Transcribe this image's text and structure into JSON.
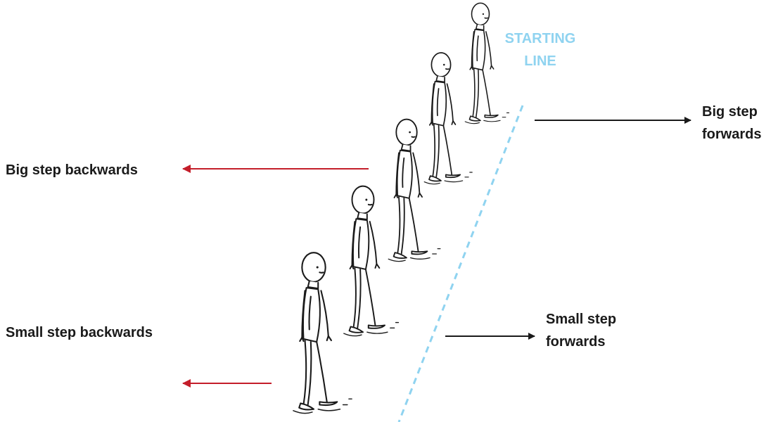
{
  "starting_line": {
    "line1": "STARTING",
    "line2": "LINE",
    "color": "#8fd3f0"
  },
  "labels": {
    "big_forward": {
      "line1": "Big step",
      "line2": "forwards"
    },
    "small_forward": {
      "line1": "Small step",
      "line2": "forwards"
    },
    "big_backward": "Big step backwards",
    "small_backward": "Small step backwards"
  },
  "colors": {
    "forward_arrow": "#1a1a1a",
    "backward_arrow": "#c41e2a",
    "figure_stroke": "#1a1a1a"
  },
  "figures": {
    "count": 5,
    "description_icon": "walking-stick-figure-icon"
  }
}
